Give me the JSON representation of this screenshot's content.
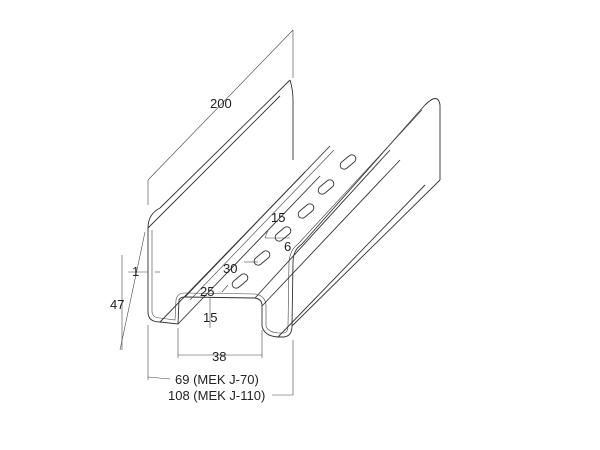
{
  "drawing": {
    "dimensions": {
      "length": "200",
      "slot_length": "15",
      "slot_width": "6",
      "slot_pitch": "30",
      "slot_offset": "25",
      "thickness": "1",
      "height": "47",
      "channel_depth": "15",
      "channel_width": "38",
      "width_small": "69 (MEK J-70)",
      "width_large": "108 (MEK J-110)"
    }
  }
}
